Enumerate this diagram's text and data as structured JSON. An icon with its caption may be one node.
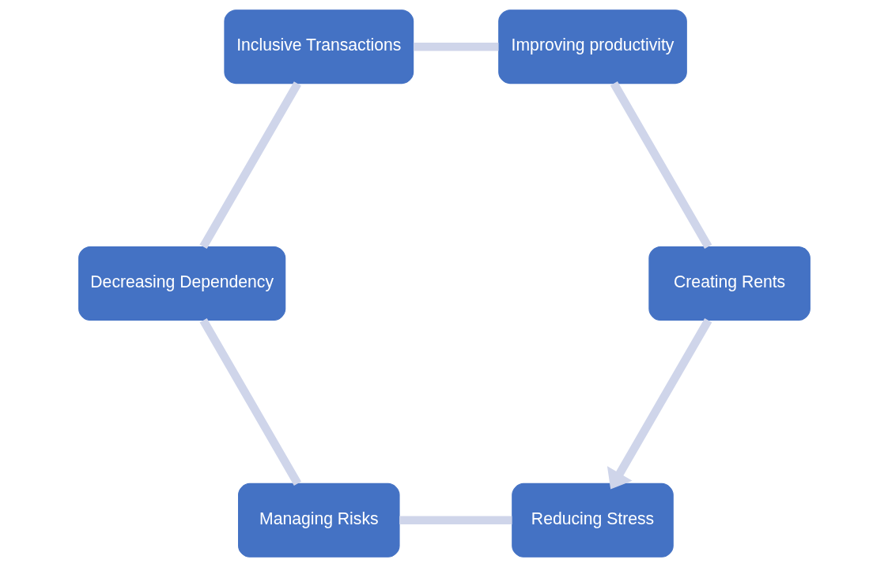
{
  "diagram": {
    "nodes": [
      {
        "text": [
          "Reducing Stress"
        ]
      },
      {
        "text": [
          "Managing Risks"
        ]
      },
      {
        "text": [
          "Decreasing Dependency"
        ]
      },
      {
        "text": [
          "Inclusive Transactions"
        ]
      },
      {
        "text": [
          "Improving productivity"
        ]
      },
      {
        "text": [
          "Creating Rents"
        ]
      }
    ],
    "edges": [
      {
        "from": 0,
        "to": 1,
        "arrow": "none"
      },
      {
        "from": 1,
        "to": 2,
        "arrow": "none"
      },
      {
        "from": 2,
        "to": 3,
        "arrow": "none"
      },
      {
        "from": 3,
        "to": 4,
        "arrow": "none"
      },
      {
        "from": 4,
        "to": 5,
        "arrow": "none"
      },
      {
        "from": 5,
        "to": 0,
        "arrow": "to"
      }
    ]
  }
}
